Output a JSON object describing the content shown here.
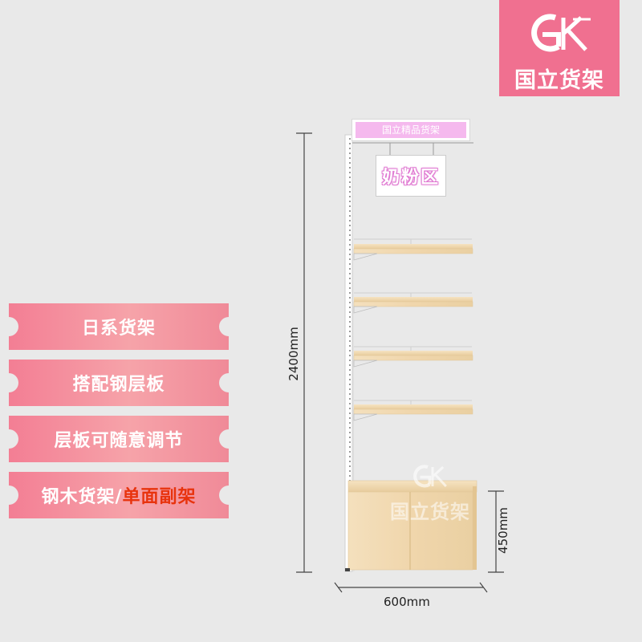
{
  "logo": {
    "mark": "GK",
    "text": "国立货架",
    "background": "#f07090"
  },
  "features": [
    {
      "text": "日系货架"
    },
    {
      "text": "搭配钢层板"
    },
    {
      "text": "层板可随意调节"
    },
    {
      "text": "钢木货架/",
      "highlight": "单面副架"
    }
  ],
  "colors": {
    "background": "#e9e9e9",
    "ticket": "#f48a9c",
    "highlight": "#e8330d",
    "wood": "#f0d9b3",
    "sign_pink": "#f5b9ee"
  },
  "shelf": {
    "header_sign": "国立精品货架",
    "hanging_sign": "奶粉区",
    "watermark": "国立货架"
  },
  "dimensions": {
    "height": "2400mm",
    "width": "600mm",
    "base_height": "450mm"
  }
}
